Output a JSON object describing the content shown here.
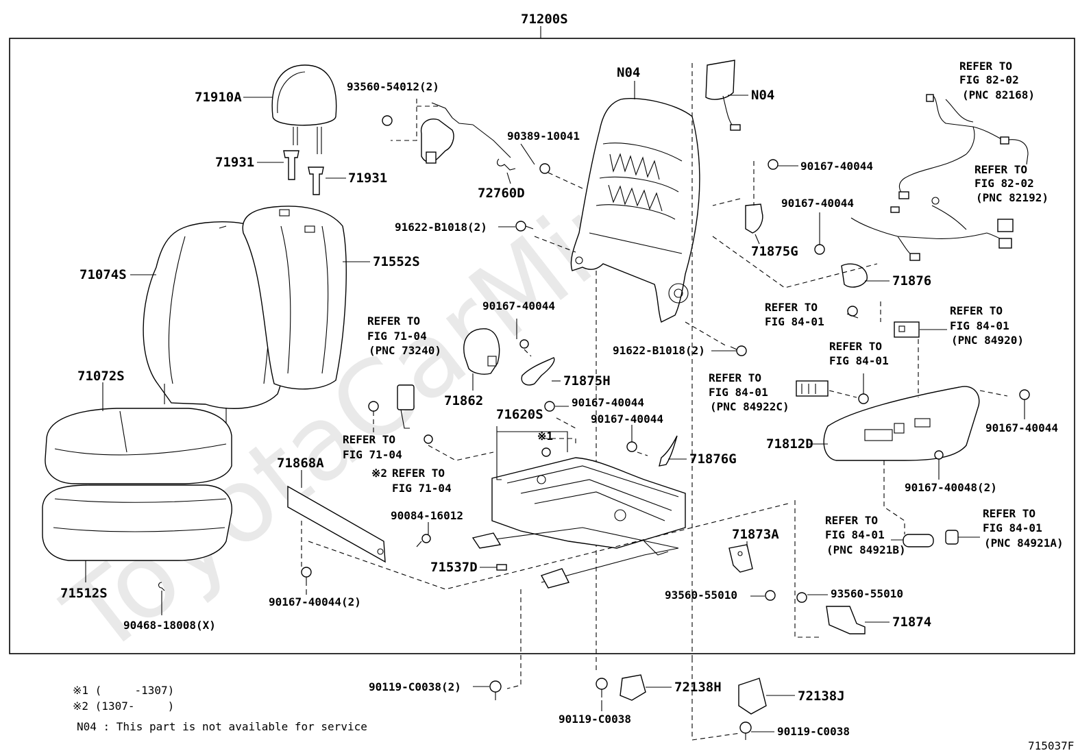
{
  "assembly_number": "71200S",
  "figure_id": "715037F",
  "watermark": "ToyotaCarMine",
  "labels": {
    "p71910A": "71910A",
    "p71931a": "71931",
    "p71931b": "71931",
    "p71074S": "71074S",
    "p71552S": "71552S",
    "p71072S": "71072S",
    "p71512S": "71512S",
    "p90468": "90468-18008(X)",
    "p93560_54012": "93560-54012(2)",
    "p90389": "90389-10041",
    "p72760D": "72760D",
    "p91622a": "91622-B1018(2)",
    "p91622b": "91622-B1018(2)",
    "pN04a": "N04",
    "pN04b": "N04",
    "p90167_a": "90167-40044",
    "p90167_b": "90167-40044",
    "p90167_c": "90167-40044",
    "p90167_d": "90167-40044",
    "p90167_e": "90167-40044",
    "p90167_f": "90167-40044",
    "p90167_2": "90167-40044(2)",
    "p90167_48": "90167-40048(2)",
    "p71875G": "71875G",
    "p71876": "71876",
    "p71862": "71862",
    "p71875H": "71875H",
    "p71620S": "71620S",
    "p71876G": "71876G",
    "p71868A": "71868A",
    "p90084": "90084-16012",
    "p71537D": "71537D",
    "p71873A": "71873A",
    "p93560_a": "93560-55010",
    "p93560_b": "93560-55010",
    "p71874": "71874",
    "p71812D": "71812D",
    "p90119_2": "90119-C0038(2)",
    "p90119_a": "90119-C0038",
    "p90119_b": "90119-C0038",
    "p72138H": "72138H",
    "p72138J": "72138J",
    "mark1": "※1",
    "mark2": "※2"
  },
  "refer_blocks": {
    "r82168": [
      "REFER TO",
      "FIG 82-02",
      "(PNC 82168)"
    ],
    "r82192": [
      "REFER TO",
      "FIG 82-02",
      "(PNC 82192)"
    ],
    "r84_01a": [
      "REFER TO",
      "FIG 84-01"
    ],
    "r84920": [
      "REFER TO",
      "FIG 84-01",
      "(PNC 84920)"
    ],
    "r84_01b": [
      "REFER TO",
      "FIG 84-01"
    ],
    "r84922C": [
      "REFER TO",
      "FIG 84-01",
      "(PNC 84922C)"
    ],
    "r73240": [
      "REFER TO",
      "FIG 71-04",
      "(PNC 73240)"
    ],
    "r71_04a": [
      "REFER TO",
      "FIG 71-04"
    ],
    "r71_04b": [
      "REFER TO",
      "FIG 71-04"
    ],
    "r84921B": [
      "REFER TO",
      "FIG 84-01",
      "(PNC 84921B)"
    ],
    "r84921A": [
      "REFER TO",
      "FIG 84-01",
      "(PNC 84921A)"
    ]
  },
  "legend": {
    "note1": "※1 (     -1307)",
    "note2": "※2 (1307-     )",
    "note3": "N04 : This part is not available for service"
  }
}
